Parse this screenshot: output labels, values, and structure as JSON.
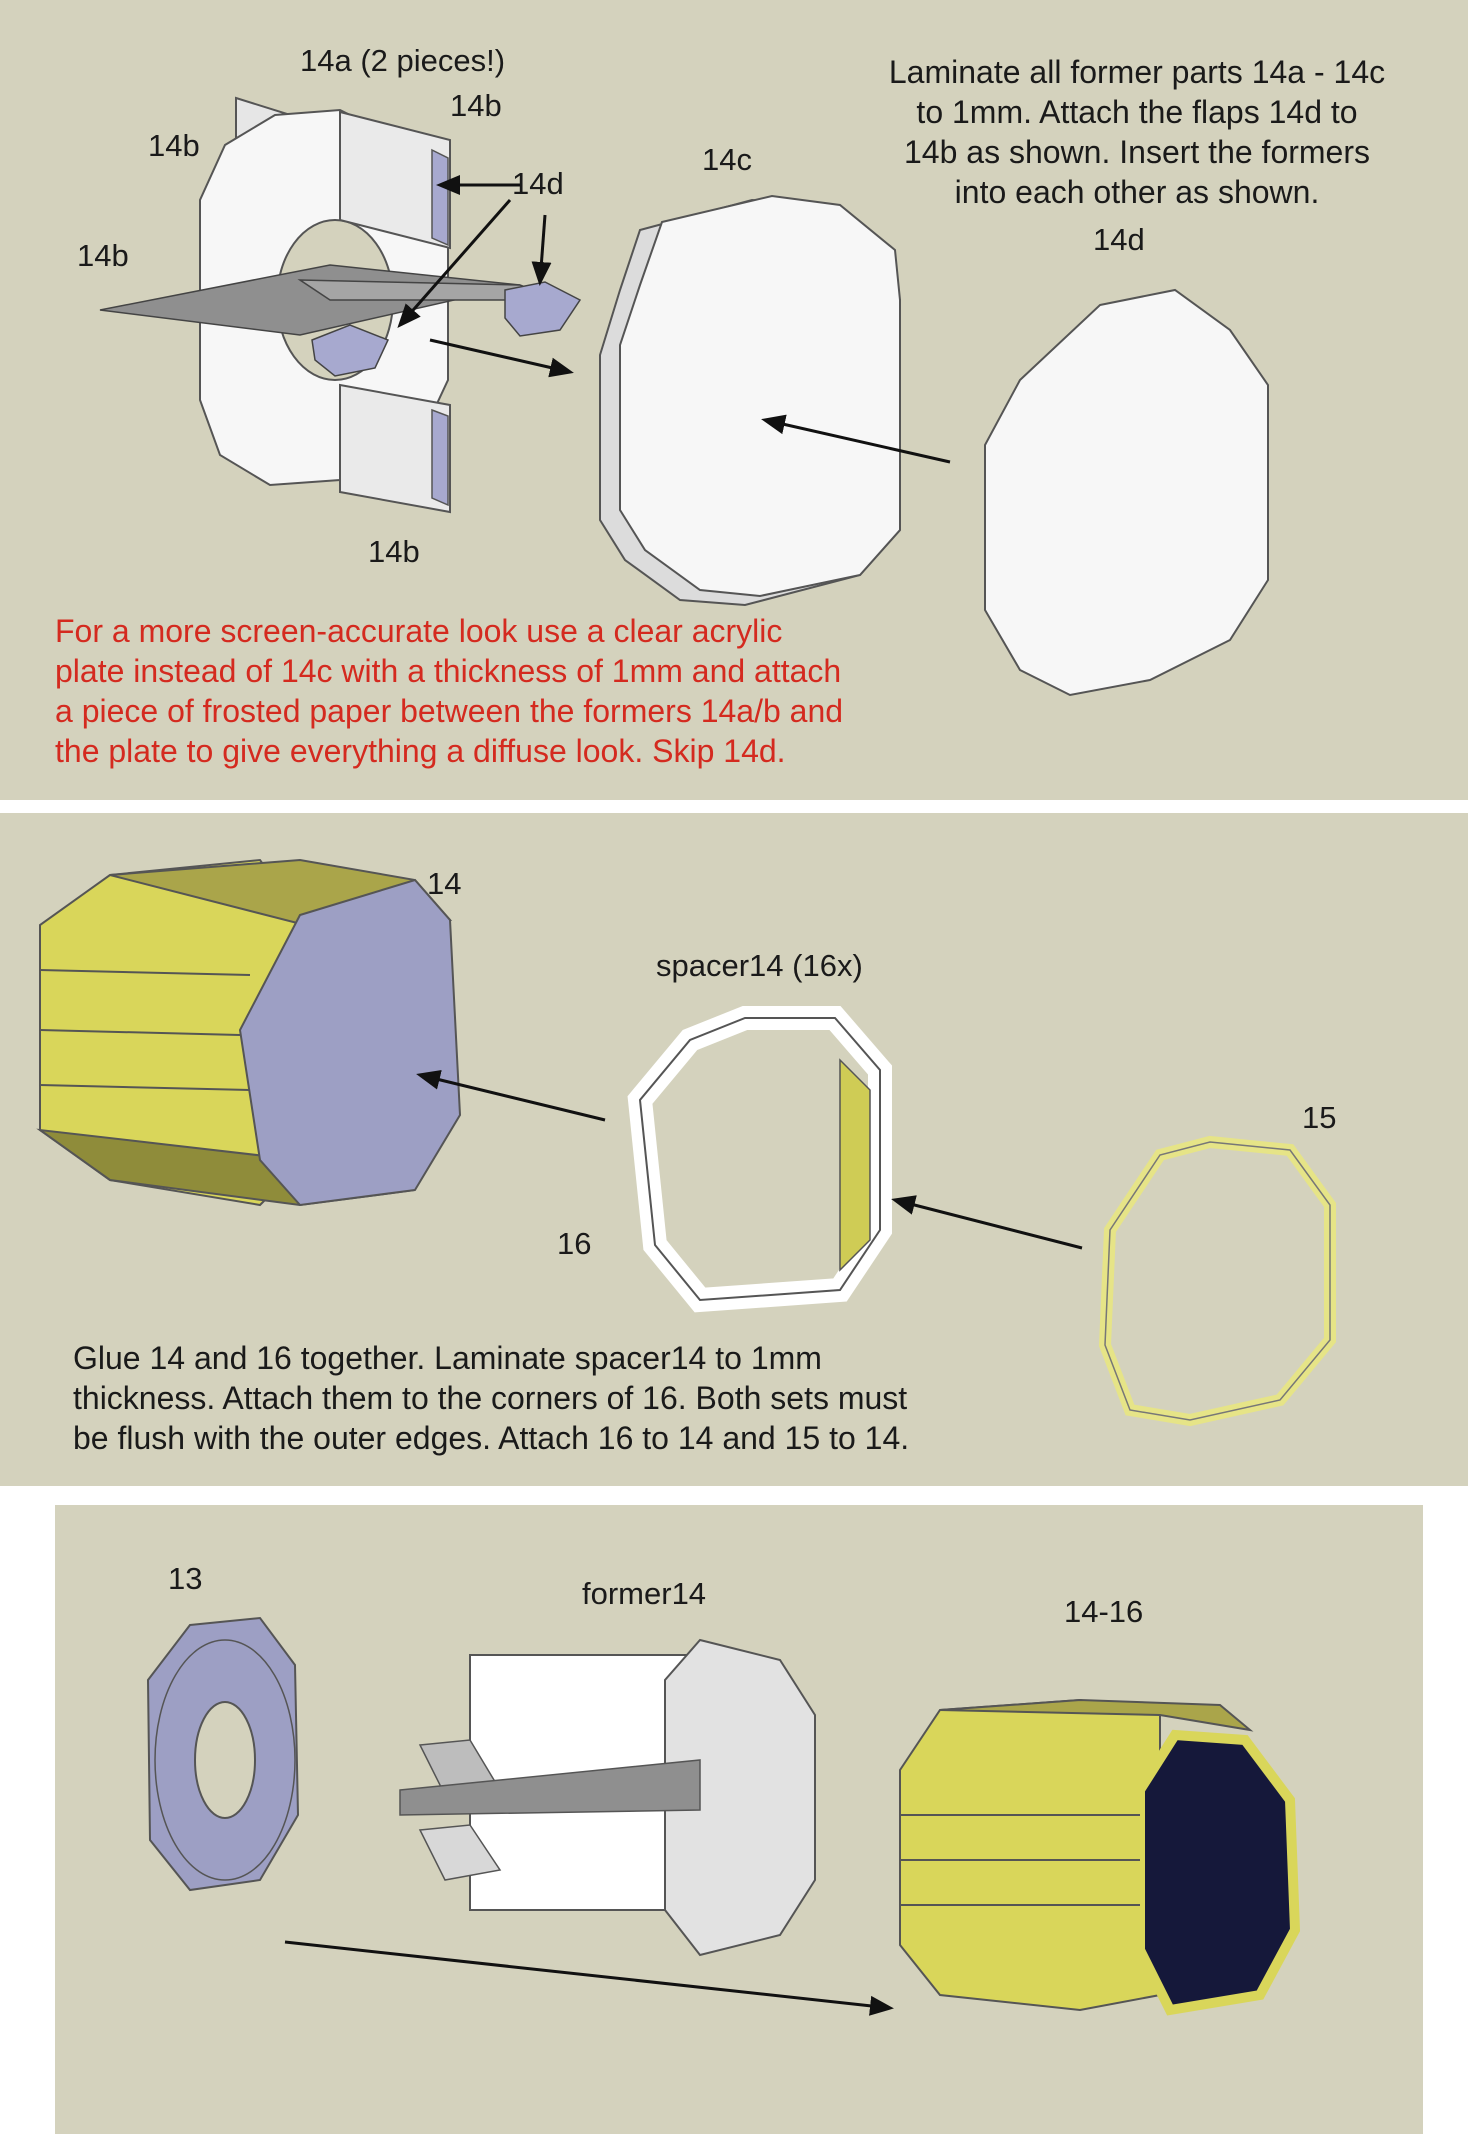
{
  "panel1": {
    "labels": {
      "a14_pieces": "14a (2 pieces!)",
      "b14_top": "14b",
      "b14_left_upper": "14b",
      "b14_left_mid": "14b",
      "b14_bottom": "14b",
      "d14_pointer": "14d",
      "c14": "14c",
      "d14_plate": "14d"
    },
    "instruction": "Laminate all former parts 14a - 14c\nto 1mm. Attach the flaps 14d to\n14b as shown. Insert the formers\ninto each other as shown.",
    "note_red": "For a more screen-accurate look use a clear acrylic\nplate instead of 14c with a thickness of 1mm and attach\na piece of frosted paper between the formers 14a/b and\nthe plate to give everything a diffuse look. Skip 14d."
  },
  "panel2": {
    "labels": {
      "part14": "14",
      "spacer": "spacer14 (16x)",
      "part15": "15",
      "part16": "16"
    },
    "instruction": "Glue 14 and 16 together. Laminate spacer14 to 1mm\nthickness. Attach them to the corners of 16. Both sets must\nbe flush with the outer edges. Attach 16 to 14 and 15 to 14."
  },
  "panel3": {
    "labels": {
      "part13": "13",
      "former14": "former14",
      "assembly": "14-16"
    }
  },
  "colors": {
    "panel_bg": "#d4d2bd",
    "text": "#1a1a1a",
    "note_red": "#d42a1f",
    "yellow_part": "#d9d65a",
    "blue_part": "#9d9fc4",
    "white_part": "#f4f4f4"
  }
}
